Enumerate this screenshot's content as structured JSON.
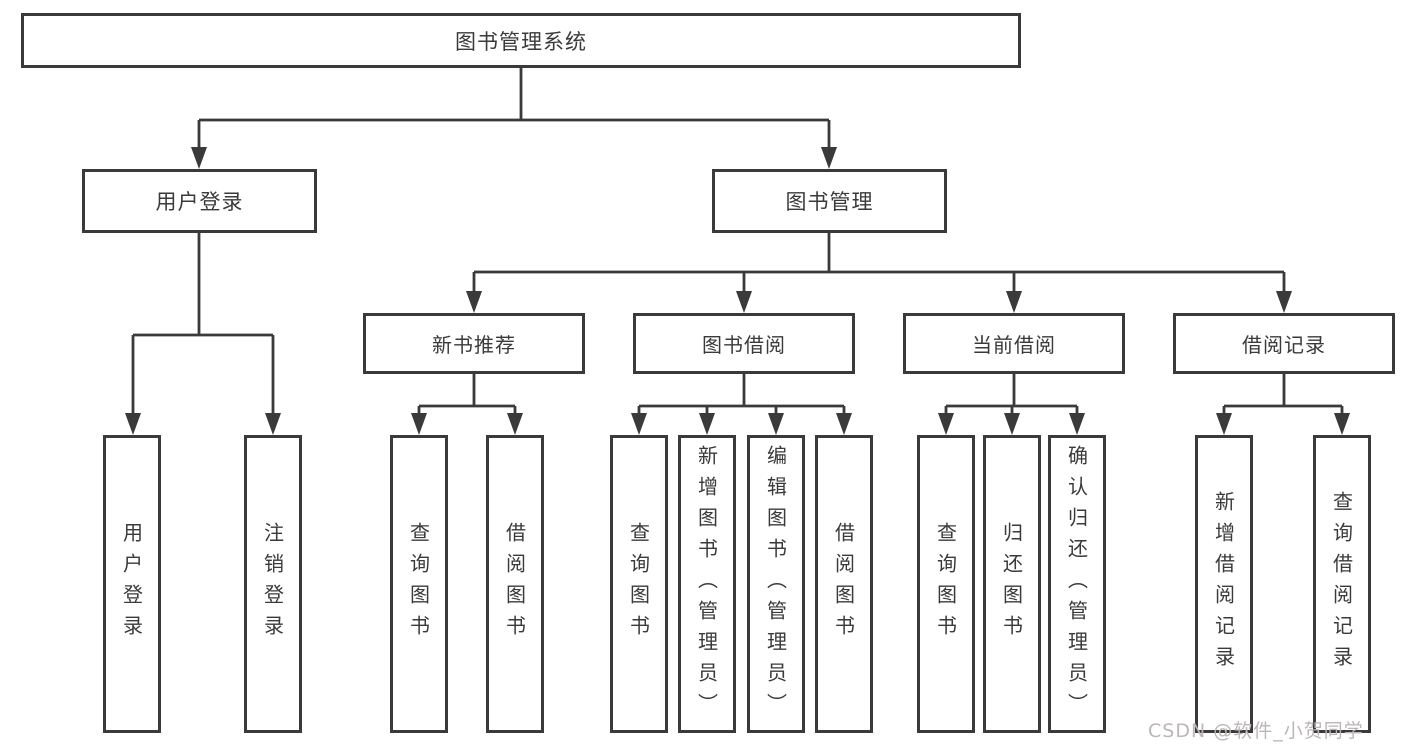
{
  "nodes": {
    "root": "图书管理系统",
    "level1": [
      "用户登录",
      "图书管理"
    ],
    "level2": [
      "新书推荐",
      "图书借阅",
      "当前借阅",
      "借阅记录"
    ],
    "leaves": [
      "用户登录",
      "注销登录",
      "查询图书",
      "借阅图书",
      "查询图书",
      "新增图书（管理员）",
      "编辑图书（管理员）",
      "借阅图书",
      "查询图书",
      "归还图书",
      "确认归还（管理员）",
      "新增借阅记录",
      "查询借阅记录"
    ]
  },
  "hierarchy": {
    "图书管理系统": [
      "用户登录",
      "图书管理"
    ],
    "用户登录": [
      "用户登录",
      "注销登录"
    ],
    "图书管理": [
      "新书推荐",
      "图书借阅",
      "当前借阅",
      "借阅记录"
    ],
    "新书推荐": [
      "查询图书",
      "借阅图书"
    ],
    "图书借阅": [
      "查询图书",
      "新增图书（管理员）",
      "编辑图书（管理员）",
      "借阅图书"
    ],
    "当前借阅": [
      "查询图书",
      "归还图书",
      "确认归还（管理员）"
    ],
    "借阅记录": [
      "新增借阅记录",
      "查询借阅记录"
    ]
  },
  "watermark": "CSDN @软件_小贺同学",
  "colors": {
    "line": "#3a3a3a",
    "box_border": "#3a3a3a",
    "text": "#3a3a3a",
    "watermark": "#bcb6b6",
    "background": "#ffffff"
  }
}
